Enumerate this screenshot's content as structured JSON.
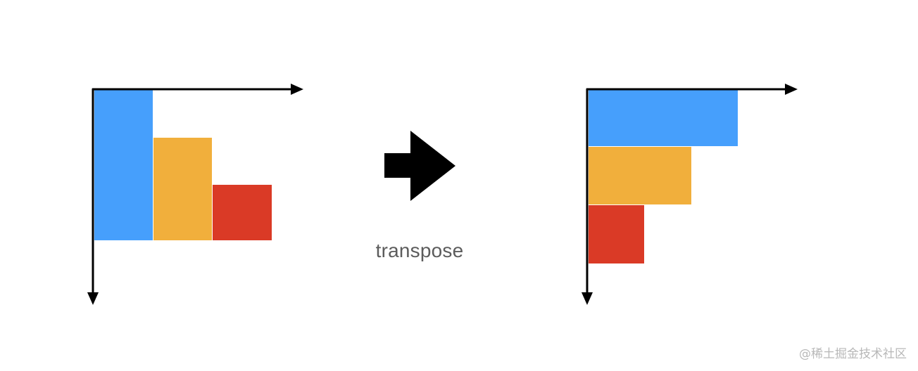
{
  "colors": {
    "bar_1": "#469ffc",
    "bar_2": "#f1af3c",
    "bar_3": "#da3a26",
    "axis": "#000000",
    "arrow": "#000000",
    "caption_text": "#5c5c5c",
    "watermark_text": "#b8b8b8"
  },
  "before": {
    "orientation": "vertical-bars",
    "bars": [
      {
        "id": "bar-1",
        "color": "bar_1",
        "relative_size": 3
      },
      {
        "id": "bar-2",
        "color": "bar_2",
        "relative_size": 2
      },
      {
        "id": "bar-3",
        "color": "bar_3",
        "relative_size": 1
      }
    ]
  },
  "after": {
    "orientation": "horizontal-bars",
    "bars": [
      {
        "id": "bar-1",
        "color": "bar_1",
        "relative_size": 3
      },
      {
        "id": "bar-2",
        "color": "bar_2",
        "relative_size": 2
      },
      {
        "id": "bar-3",
        "color": "bar_3",
        "relative_size": 1
      }
    ]
  },
  "transform_arrow_icon": "right-arrow-icon",
  "caption": "transpose",
  "watermark": "@稀土掘金技术社区"
}
